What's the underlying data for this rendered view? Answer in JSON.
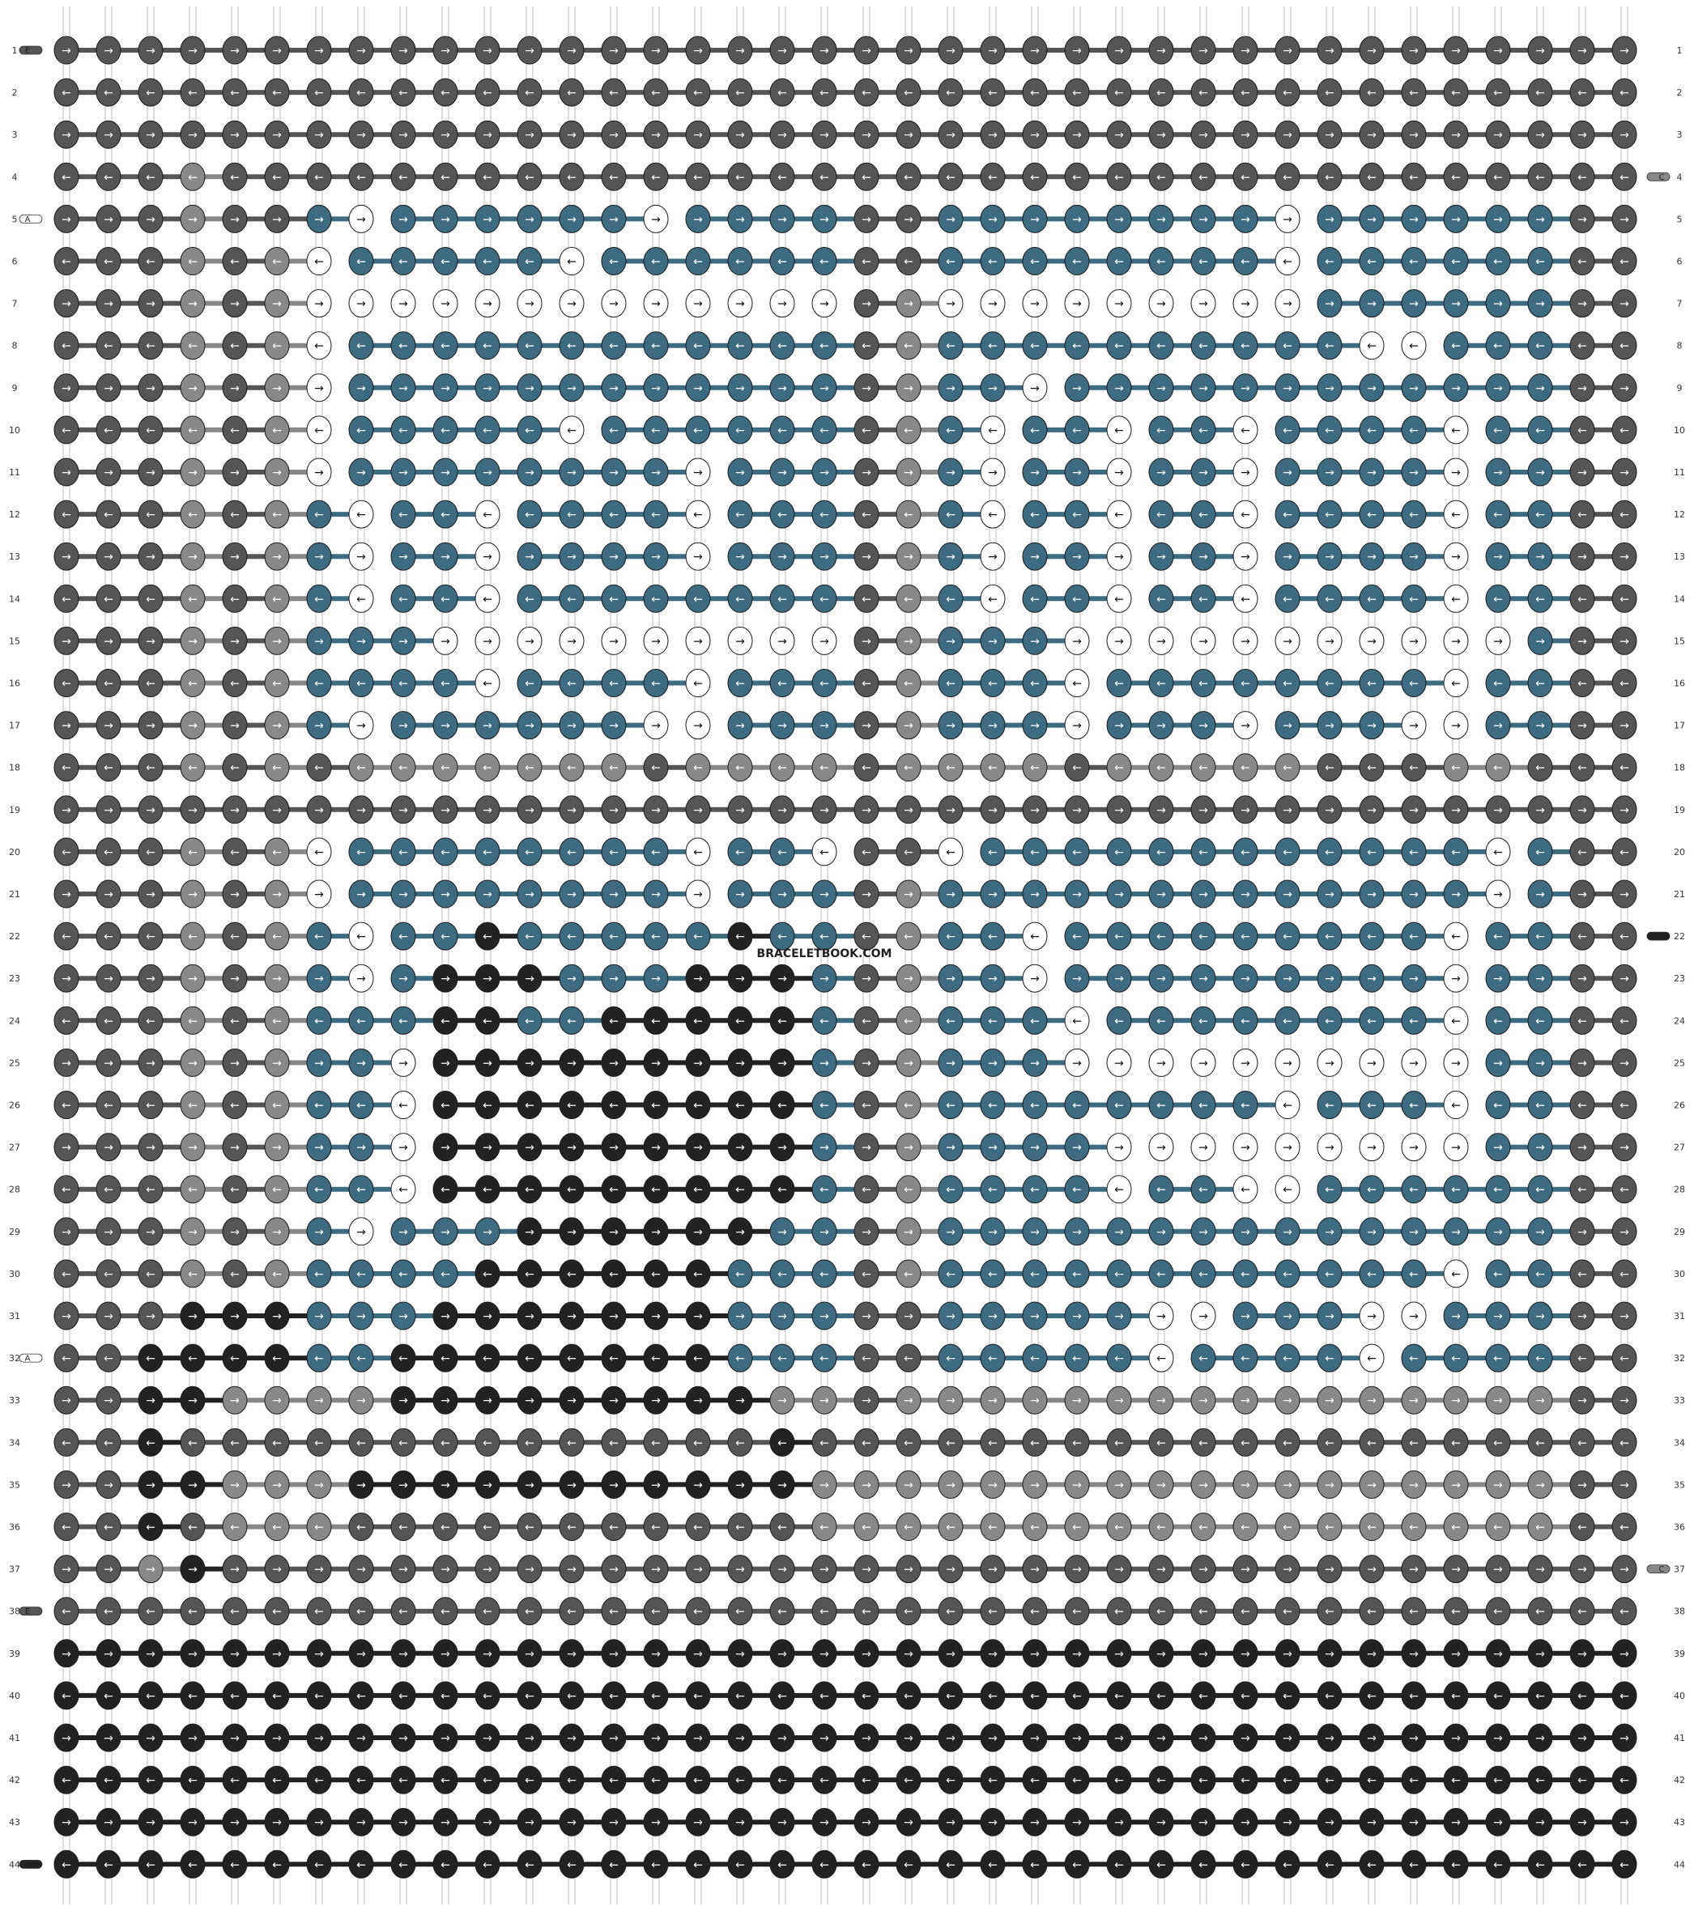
{
  "watermark": "BRACELETBOOK.COM",
  "colors": {
    "A": "#ffffff",
    "B": "#3e6b80",
    "C": "#868889",
    "D": "#222222",
    "E": "#555555"
  },
  "strand_row_labels": [
    {
      "row": 1,
      "side": "left",
      "color": "E",
      "letter": "E"
    },
    {
      "row": 4,
      "side": "right",
      "color": "C",
      "letter": "C"
    },
    {
      "row": 5,
      "side": "left",
      "color": "A",
      "letter": "A"
    },
    {
      "row": 22,
      "side": "right",
      "color": "D",
      "letter": "D"
    },
    {
      "row": 32,
      "side": "left",
      "color": "A",
      "letter": "A"
    },
    {
      "row": 37,
      "side": "right",
      "color": "C",
      "letter": "C"
    },
    {
      "row": 38,
      "side": "left",
      "color": "E",
      "letter": "E"
    },
    {
      "row": 44,
      "side": "left",
      "color": "D",
      "letter": "D"
    }
  ],
  "pattern": {
    "rows": 44,
    "knots_per_row": 38,
    "row_labels": [
      "1",
      "2",
      "3",
      "4",
      "5",
      "6",
      "7",
      "8",
      "9",
      "10",
      "11",
      "12",
      "13",
      "14",
      "15",
      "16",
      "17",
      "18",
      "19",
      "20",
      "21",
      "22",
      "23",
      "24",
      "25",
      "26",
      "27",
      "28",
      "29",
      "30",
      "31",
      "32",
      "33",
      "34",
      "35",
      "36",
      "37",
      "38",
      "39",
      "40",
      "41",
      "42",
      "43",
      "44"
    ],
    "grid": [
      "EEEEEEEEEEEEEEEEEEEEEEEEEEEEEEEEEEEEEE",
      "EEEEEEEEEEEEEEEEEEEEEEEEEEEEEEEEEEEEEE",
      "EEEEEEEEEEEEEEEEEEEEEEEEEEEEEEEEEEEEEE",
      "EEECEEEEEEEEEEEEEEEEEEEEEEEEEEEEEEEEEE",
      "EEECEEBABBBBBBABBBBEEBBBBBBBBABBBBBBEE",
      "EEECECABBBBBABBBBBBEEBBBBBBBBABBBBBBEE",
      "EEECECAAAAAAAAAAAAAECAAAAAAAAABBBBBBEE",
      "EEECECABBBBBBBBBBBBECBBBBBBBBBBAABBBEE",
      "EEECECABBBBBBBBBBBBECBBABBBBBBBBBBBBEE",
      "EEECECABBBBBABBBBBBECBABBABBABBBBABBEE",
      "EEECECABBBBBBBBABBBECBABBABBABBBBABBEE",
      "EEECECBABBABBBBABBBECBABBABBABBBBABBEE",
      "EEECECBABBABBBBABBBECBABBABBABBBBABBEE",
      "EEECECBABBABBBBBBBBECBABBABBABBBBABBEE",
      "EEECECBBBAAAAAAAAAAECBBBAAAAAAAAAAABEE",
      "EEECECBBBBABBBBABBBECBBBABBBBBBBBABBEE",
      "EEECECBABBBBBBAABBBECBBBABBBABBBAABBEE",
      "EEECECECCCCCCCECCCCECCCCECCCCCEEECCEEE",
      "EEEEEEEEEEEEEEEEEEEEEEEEEEEEEEEEEEEEEE",
      "EEECECABBBBBBBBABBAEEABBBBBBBBBBBBABEE",
      "EEECECABBBBBBBBABBBECBBBBBBBBBBBBBABEE",
      "EEECECBABBDBBBBBDBBECBBABBBBBBBBBABBEE",
      "EEECECBABDDDBBBDDDBECBBABBBBBBBBBABBEE",
      "EEECECBBBDDBBDDDDDBECBBBABBBBBBBBABBEE",
      "EEECECBBADDDDDDDDDBECBBBAAAAAAAAAABBEE",
      "EEECECBBADDDDDDDDDBECBBBBBBBBABBBABBEE",
      "EEECECBBADDDDDDDDDBECBBBBAAAAAAAAABBEE",
      "EEECECBBADDDDDDDDDBECBBBBABBAABBBBBBEE",
      "EEECECBABBBDDDDDDBBECBBBBBBBBBBBBBBBEE",
      "EEECECBBBBDDDDDDBBBECBBBBBBBBBBBBABBEE",
      "EEEDDDBBBDDDDDDDBBBEEBBBBBAABBBAABBBEE",
      "EEDDDDBBDDDDDDDDBBBEEBBBBBABBBBABBBBEE",
      "EEDDCCCCDDDDDDDDDCCECCCCCCCCCCCCCCCCEE",
      "EEDEEEEEEEEEEEEEEDEEEEEEEEEEEEEEEEEEEE",
      "EEDDCCCDDDDDDDDDDDCCCCCCCCCCCCCCCCCCEE",
      "EEDECCCEEEEEEEEEEECCCCCCCCCCCCCCCCCCEE",
      "EECDEEEEEEEEEEEEEEEEEEEEEEEEEEEEEEEEEE",
      "EEEEEEEEEEEEEEEEEEEEEEEEEEEEEEEEEEEEEE",
      "DDDDDDDDDDDDDDDDDDDDDDDDDDDDDDDDDDDDDD",
      "DDDDDDDDDDDDDDDDDDDDDDDDDDDDDDDDDDDDDD",
      "DDDDDDDDDDDDDDDDDDDDDDDDDDDDDDDDDDDDDD",
      "DDDDDDDDDDDDDDDDDDDDDDDDDDDDDDDDDDDDDD",
      "DDDDDDDDDDDDDDDDDDDDDDDDDDDDDDDDDDDDDD",
      "DDDDDDDDDDDDDDDDDDDDDDDDDDDDDDDDDDDDDD"
    ],
    "directions": [
      "→",
      "←",
      "→",
      "←",
      "→",
      "←",
      "→",
      "←",
      "→",
      "←",
      "→",
      "←",
      "→",
      "←",
      "→",
      "←",
      "→",
      "←",
      "→",
      "←",
      "→",
      "←",
      "→",
      "←",
      "→",
      "←",
      "→",
      "←",
      "→",
      "←",
      "→",
      "←",
      "→",
      "←",
      "→",
      "←",
      "→",
      "←",
      "→",
      "←",
      "→",
      "←",
      "→",
      "←"
    ]
  }
}
